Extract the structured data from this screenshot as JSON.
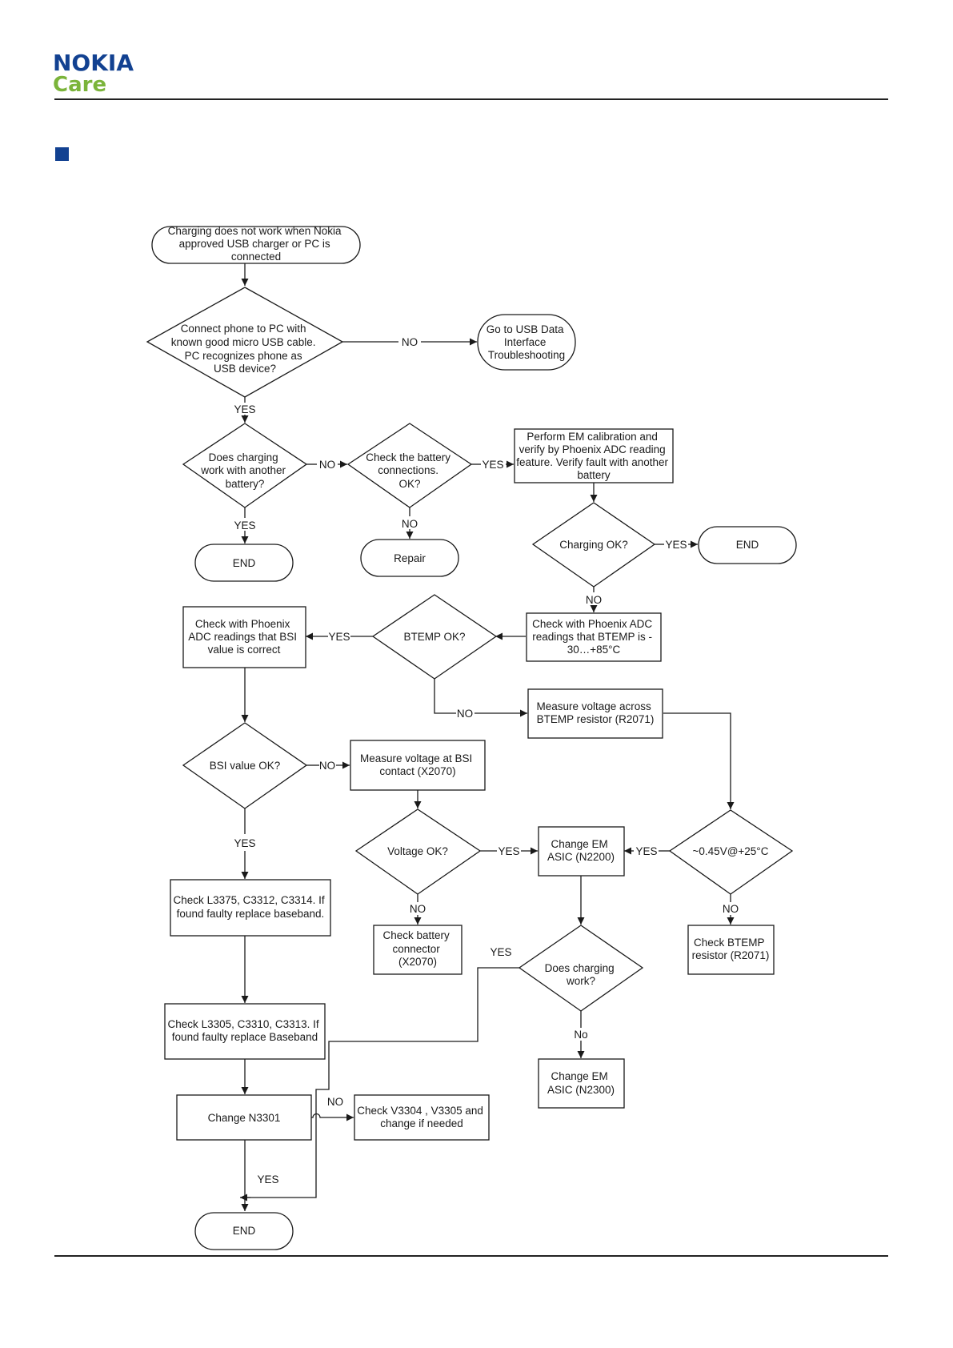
{
  "brand": {
    "name": "NOKIA",
    "sub": "Care",
    "primary_color": "#124191",
    "secondary_color": "#7bb43a"
  },
  "flow": {
    "start": [
      "Charging does not work when Nokia",
      "approved USB charger or PC is",
      "connected"
    ],
    "d_pc": [
      "Connect phone to PC with",
      "known good micro USB cable.",
      "PC recognizes phone as",
      "USB device?"
    ],
    "usb_goto": [
      "Go to USB Data",
      "Interface",
      "Troubleshooting"
    ],
    "d_battery": [
      "Does charging",
      "work with another",
      "battery?"
    ],
    "d_connections": [
      "Check the battery",
      "connections.",
      "OK?"
    ],
    "em_cal": [
      "Perform EM calibration and",
      "verify by Phoenix  ADC reading",
      "feature. Verify fault with another",
      "battery"
    ],
    "end1": "END",
    "repair": "Repair",
    "d_charging_ok": "Charging OK?",
    "end2": "END",
    "check_bsi": [
      "Check with Phoenix",
      "ADC readings that BSI",
      "value is correct"
    ],
    "d_btemp": "BTEMP OK?",
    "check_btemp": [
      "Check with Phoenix ADC",
      "readings that BTEMP is -",
      "30…+85°C"
    ],
    "measure_btemp": [
      "Measure voltage across",
      "BTEMP resistor (R2071)"
    ],
    "d_bsi": "BSI value OK?",
    "measure_bsi": [
      "Measure voltage at BSI",
      "contact (X2070)"
    ],
    "d_voltage": "Voltage OK?",
    "change_n2200": [
      "Change EM",
      "ASIC (N2200)"
    ],
    "d_045": "~0.45V@+25°C",
    "check_l3375": [
      "Check L3375, C3312, C3314. If",
      "found faulty replace baseband."
    ],
    "check_conn": [
      "Check battery",
      "connector",
      "(X2070)"
    ],
    "check_btemp_res": [
      "Check BTEMP",
      "resistor (R2071)"
    ],
    "d_charging_work": [
      "Does charging",
      "work?"
    ],
    "check_l3305": [
      "Check L3305, C3310, C3313. If",
      "found faulty replace Baseband"
    ],
    "change_n2300": [
      "Change EM",
      "ASIC (N2300)"
    ],
    "change_n3301": "Change N3301",
    "check_v3304": [
      "Check V3304 , V3305 and",
      "change if needed"
    ],
    "end3": "END",
    "labels": {
      "yes": "YES",
      "no": "NO",
      "no_lower": "No"
    }
  }
}
